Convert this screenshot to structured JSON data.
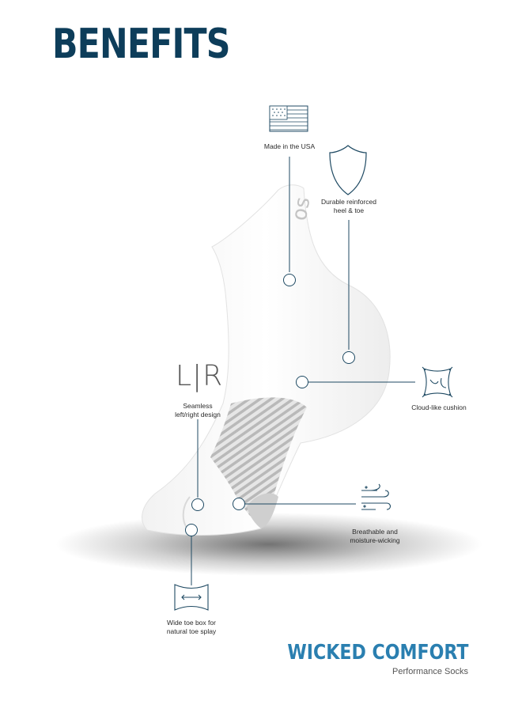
{
  "title": "BENEFITS",
  "features": {
    "usa": "Made in the USA",
    "durable": "Durable reinforced\nheel & toe",
    "lr_glyph": "L|R",
    "seamless": "Seamless\nleft/right design",
    "cushion": "Cloud-like cushion",
    "breathable": "Breathable and\nmoisture-wicking",
    "toebox": "Wide toe box for\nnatural toe splay"
  },
  "brand": {
    "name": "WICKED COMFORT",
    "tagline": "Performance Socks"
  },
  "icons": [
    "flag-icon",
    "shield-icon",
    "pillow-icon",
    "airflow-icon",
    "toe-box-icon",
    "lr-icon"
  ],
  "colors": {
    "title": "#0d3d5a",
    "brand": "#2a7fb0",
    "line": "#1f4a63"
  }
}
